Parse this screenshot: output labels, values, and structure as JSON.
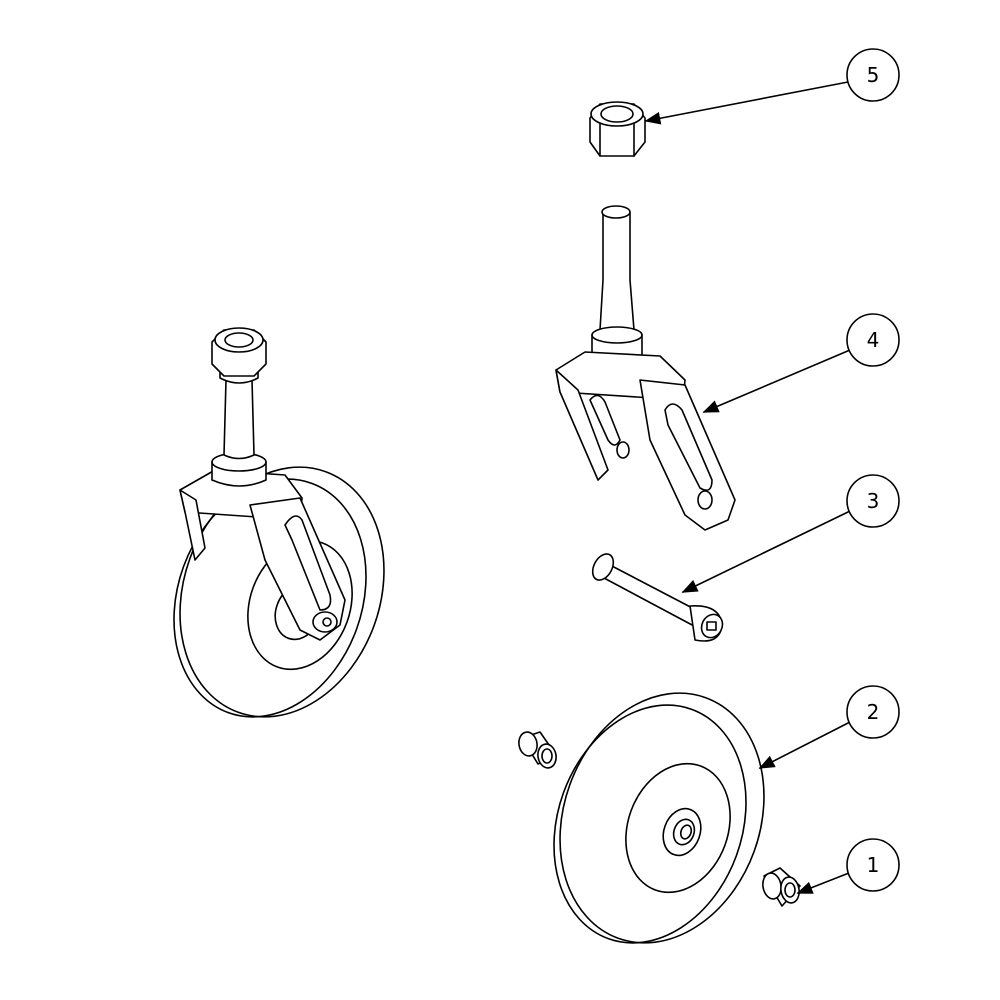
{
  "balloons": [
    {
      "label": "5",
      "part": "nut"
    },
    {
      "label": "4",
      "part": "fork"
    },
    {
      "label": "3",
      "part": "axle-bolt"
    },
    {
      "label": "2",
      "part": "wheel"
    },
    {
      "label": "1",
      "part": "spacer"
    }
  ]
}
